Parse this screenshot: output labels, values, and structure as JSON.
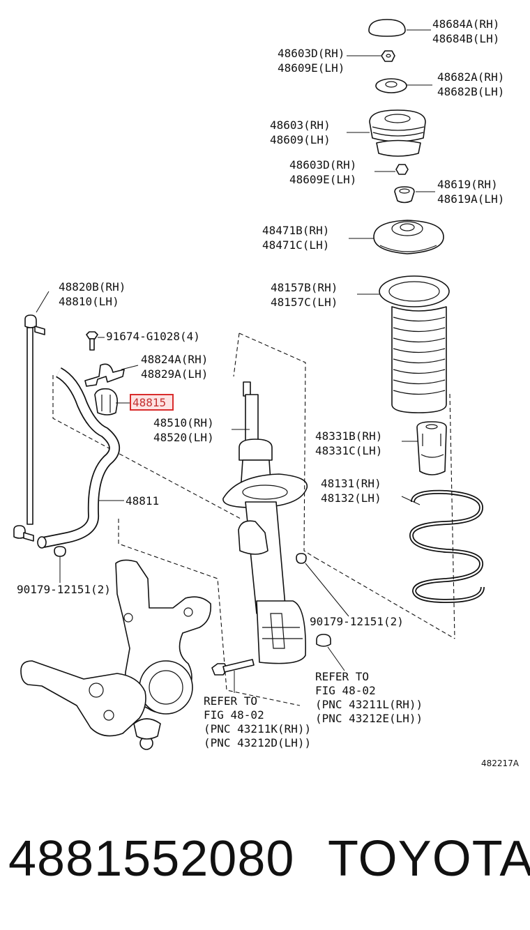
{
  "labels": {
    "cap_rh": "48684A(RH)",
    "cap_lh": "48684B(LH)",
    "nut_top_rh": "48603D(RH)",
    "nut_top_lh": "48609E(LH)",
    "washer_rh": "48682A(RH)",
    "washer_lh": "48682B(LH)",
    "support_rh": "48603(RH)",
    "support_lh": "48609(LH)",
    "nut_mid_rh": "48603D(RH)",
    "nut_mid_lh": "48609E(LH)",
    "bumper_rh": "48619(RH)",
    "bumper_lh": "48619A(LH)",
    "seat_rh": "48471B(RH)",
    "seat_lh": "48471C(LH)",
    "boot_rh": "48157B(RH)",
    "boot_lh": "48157C(LH)",
    "link_rh": "48820B(RH)",
    "link_lh": "48810(LH)",
    "bolt": "91674-G1028(4)",
    "bracket_rh": "48824A(RH)",
    "bracket_lh": "48829A(LH)",
    "bushing": "48815",
    "strut_rh": "48510(RH)",
    "strut_lh": "48520(LH)",
    "stopper_rh": "48331B(RH)",
    "stopper_lh": "48331C(LH)",
    "spring_rh": "48131(RH)",
    "spring_lh": "48132(LH)",
    "stabilizer": "48811",
    "nut_left": "90179-12151(2)",
    "nut_right": "90179-12151(2)",
    "refer_right_1": "REFER TO",
    "refer_right_2": "FIG 48-02",
    "refer_right_3": "(PNC 43211L(RH))",
    "refer_right_4": "(PNC 43212E(LH))",
    "refer_left_1": "REFER TO",
    "refer_left_2": "FIG 48-02",
    "refer_left_3": "(PNC 43211K(RH))",
    "refer_left_4": "(PNC 43212D(LH))",
    "fig_code": "482217A"
  },
  "footer": {
    "part_number": "4881552080",
    "brand": "TOYOTA"
  },
  "colors": {
    "highlight": "#d92c2c",
    "ink": "#111111"
  }
}
